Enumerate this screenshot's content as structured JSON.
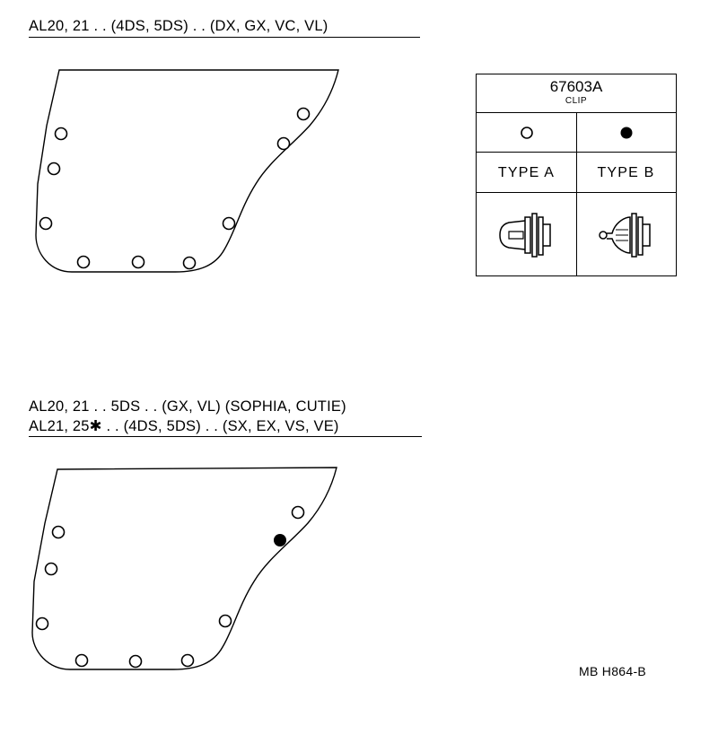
{
  "diagrams": [
    {
      "heading_lines": [
        "AL20, 21 . . (4DS, 5DS) . . (DX, GX, VC, VL)"
      ],
      "clips": [
        "A",
        "A",
        "A",
        "A",
        "A",
        "A",
        "A",
        "A"
      ]
    },
    {
      "heading_lines": [
        "AL20, 21 . . 5DS . . (GX, VL) (SOPHIA, CUTIE)",
        "AL21, 25✱ . . (4DS, 5DS) . . (SX, EX, VS, VE)"
      ],
      "clips": [
        "A",
        "A",
        "A",
        "A",
        "A",
        "B",
        "A",
        "A",
        "A"
      ]
    }
  ],
  "legend": {
    "part_number": "67603A",
    "part_name": "CLIP",
    "types": [
      {
        "symbol": "open-circle",
        "label": "TYPE  A"
      },
      {
        "symbol": "filled-circle",
        "label": "TYPE  B"
      }
    ]
  },
  "reference_code": "MB H864-B"
}
